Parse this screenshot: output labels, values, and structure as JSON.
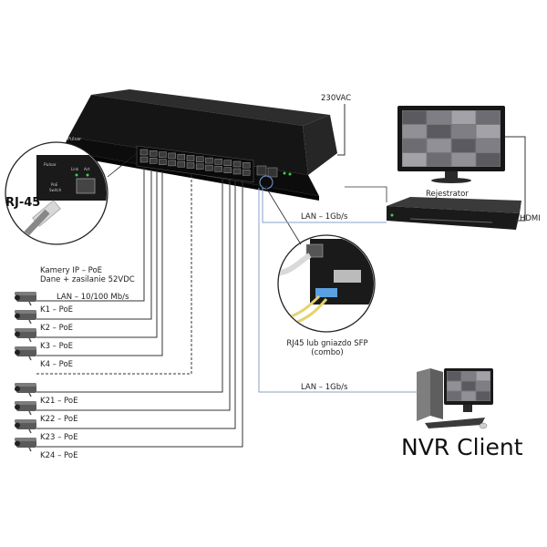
{
  "labels": {
    "power": "230VAC",
    "recorder": "Rejestrator",
    "hdmi": "HDMI",
    "lan_recorder": "LAN – 1Gb/s",
    "lan_client": "LAN – 1Gb/s",
    "nvr_client": "NVR Client",
    "rj45": "RJ-45",
    "sfp_line1": "RJ45 lub gniazdo SFP",
    "sfp_line2": "(combo)",
    "cameras_line1": "Kamery IP – PoE",
    "cameras_line2": "Dane + zasilanie 52VDC",
    "lan_cameras": "LAN – 10/100 Mb/s"
  },
  "cameras": [
    {
      "label": "K1 – PoE"
    },
    {
      "label": "K2 – PoE"
    },
    {
      "label": "K3 – PoE"
    },
    {
      "label": "K4 – PoE"
    },
    {
      "label": "K21 – PoE"
    },
    {
      "label": "K22 – PoE"
    },
    {
      "label": "K23 – PoE"
    },
    {
      "label": "K24 – PoE"
    }
  ],
  "rj45_detail": {
    "brand": "Pulsar",
    "link": "Link",
    "act": "Act",
    "poe": "PoE",
    "switch": "Switch"
  },
  "colors": {
    "switch_body": "#1c1c1c",
    "recorder_body": "#1e1e1e",
    "lan_uplink": "#8aa0c8",
    "wire": "#333333"
  }
}
